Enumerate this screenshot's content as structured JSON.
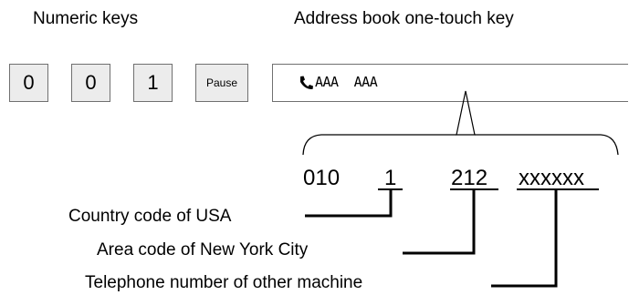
{
  "header": {
    "numeric_keys_label": "Numeric keys",
    "address_book_label": "Address book one-touch key"
  },
  "keys": [
    "0",
    "0",
    "1",
    "Pause"
  ],
  "address_book_entry": {
    "icon": "phone-icon",
    "name_1": "AAA",
    "name_2": "AAA"
  },
  "number_parts": {
    "prefix": "010",
    "country_code": "1",
    "area_code": "212",
    "telephone": "xxxxxx"
  },
  "callouts": {
    "country": "Country code of USA",
    "area": "Area code of New York City",
    "telephone": "Telephone number of other machine"
  }
}
